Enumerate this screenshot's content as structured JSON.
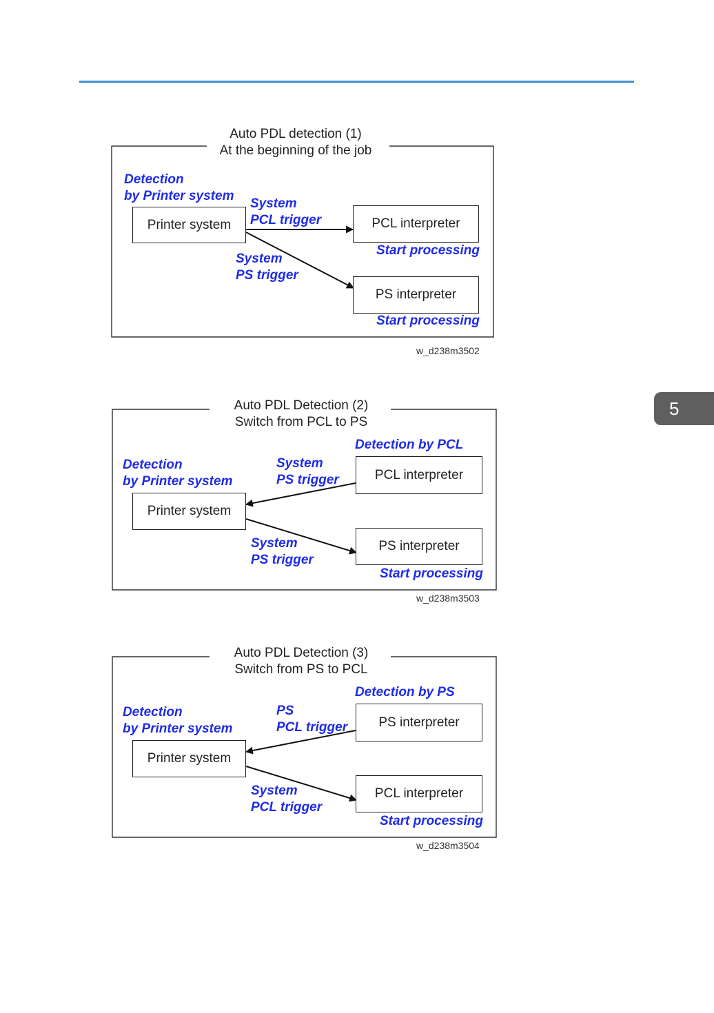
{
  "header": {
    "accent_color": "#3d8fd1"
  },
  "chapter_tab": {
    "number": "5",
    "background": "#5f5f5f"
  },
  "colors": {
    "label_blue": "#1f2ce6",
    "line": "#222222"
  },
  "figures": [
    {
      "title_line1": "Auto PDL detection (1)",
      "title_line2": "At the beginning of the job",
      "detection_label_1": "Detection",
      "detection_label_2": "by Printer system",
      "printer_box": "Printer system",
      "upper_box": "PCL interpreter",
      "lower_box": "PS interpreter",
      "top_label": "",
      "upper_trigger_1": "System",
      "upper_trigger_2": "PCL trigger",
      "lower_trigger_1": "System",
      "lower_trigger_2": "PS trigger",
      "upper_status": "Start processing",
      "lower_status": "Start processing",
      "code": "w_d238m3502"
    },
    {
      "title_line1": "Auto PDL Detection (2)",
      "title_line2": "Switch from PCL to PS",
      "detection_label_1": "Detection",
      "detection_label_2": "by Printer system",
      "printer_box": "Printer system",
      "upper_box": "PCL interpreter",
      "lower_box": "PS interpreter",
      "top_label": "Detection by PCL",
      "upper_trigger_1": "System",
      "upper_trigger_2": "PS trigger",
      "lower_trigger_1": "System",
      "lower_trigger_2": "PS trigger",
      "lower_status": "Start processing",
      "code": "w_d238m3503"
    },
    {
      "title_line1": "Auto PDL Detection (3)",
      "title_line2": "Switch from PS to PCL",
      "detection_label_1": "Detection",
      "detection_label_2": "by Printer system",
      "printer_box": "Printer system",
      "upper_box": "PS interpreter",
      "lower_box": "PCL interpreter",
      "top_label": "Detection by PS",
      "upper_trigger_1": "PS",
      "upper_trigger_2": "PCL trigger",
      "lower_trigger_1": "System",
      "lower_trigger_2": "PCL trigger",
      "lower_status": "Start processing",
      "code": "w_d238m3504"
    }
  ]
}
